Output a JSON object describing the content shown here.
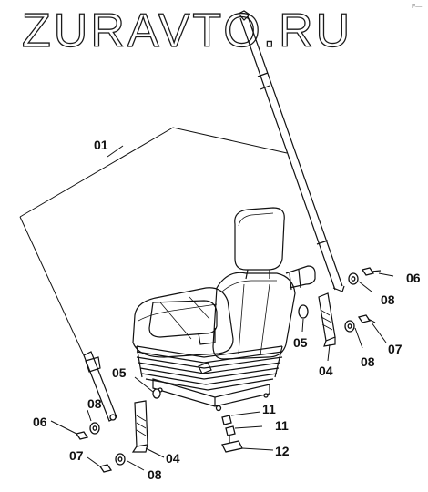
{
  "watermark": "ZURAVTO.RU",
  "corner_mark": "F—",
  "labels": {
    "p01": "01",
    "p05_left": "05",
    "p05_right": "05",
    "p06_left": "06",
    "p06_right": "06",
    "p08_left_top": "08",
    "p08_left_bottom": "08",
    "p08_right_top": "08",
    "p08_right_bottom": "08",
    "p07_left": "07",
    "p07_right": "07",
    "p04_left": "04",
    "p04_right": "04",
    "p11_top": "11",
    "p11_bottom": "11",
    "p12": "12"
  }
}
